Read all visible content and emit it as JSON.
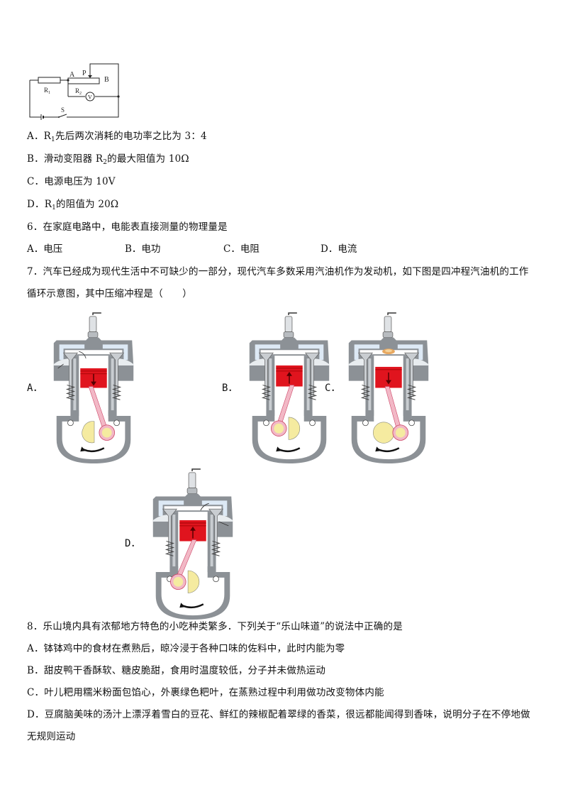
{
  "circuit": {
    "labels": {
      "A": "A",
      "P": "P",
      "B": "B",
      "R1": "R",
      "R1_sub": "1",
      "R2": "R",
      "R2_sub": "2",
      "V": "V",
      "S": "S"
    }
  },
  "q5_options": [
    {
      "letter": "A．",
      "pre": "R",
      "sub": "1",
      "text": "先后两次消耗的电功率之比为 3：4"
    },
    {
      "letter": "B．",
      "pre": "滑动变阻器 R",
      "sub": "2",
      "text": "的最大阻值为 10Ω"
    },
    {
      "letter": "C．",
      "pre": "电源电压为 10V",
      "sub": "",
      "text": ""
    },
    {
      "letter": "D．",
      "pre": "R",
      "sub": "1",
      "text": "的阻值为 20Ω"
    }
  ],
  "q6": {
    "stem": "6．在家庭电路中，电能表直接测量的物理量是",
    "options": [
      "A．电压",
      "B．电功",
      "C．电阻",
      "D．电流"
    ]
  },
  "q7": {
    "stem_line1": "7．汽车已经成为现代生活中不可缺少的一部分，现代汽车多数采用汽油机作为发动机，如下图是四冲程汽油机的工作",
    "stem_line2": "循环示意图，其中压缩冲程是（　　）",
    "engines": [
      {
        "label": "A．",
        "stroke": "intake",
        "piston": "down"
      },
      {
        "label": "B．",
        "stroke": "compression",
        "piston": "up"
      },
      {
        "label": "C．",
        "stroke": "power",
        "piston": "down"
      },
      {
        "label": "D．",
        "stroke": "exhaust",
        "piston": "up"
      }
    ]
  },
  "q8": {
    "stem": "8．乐山境内具有浓郁地方特色的小吃种类繁多．下列关于“乐山味道”的说法中正确的是",
    "options": [
      "A．钵钵鸡中的食材在煮熟后，晾冷浸于各种口味的佐料中，此时内能为零",
      "B．甜皮鸭干香酥软、糖皮脆甜，食用时温度较低，分子并未做热运动",
      "C．叶儿粑用糯米粉面包馅心，外裹绿色粑叶，在蒸熟过程中利用做功改变物体内能"
    ],
    "optionD_line1": "D．豆腐脑美味的汤汁上漂浮着雪白的豆花、鲜红的辣椒配着翠绿的香菜，很远都能闻得到香味，说明分子在不停地做",
    "optionD_line2": "无规则运动"
  },
  "colors": {
    "piston": "#e0141e",
    "block": "#8c9196",
    "block_light": "#c9cdd1",
    "rod": "#f2b8c6",
    "crank": "#f5eba0",
    "water": "#dde9f5"
  }
}
